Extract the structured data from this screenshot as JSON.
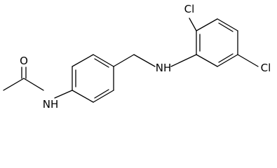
{
  "molecule": {
    "atoms": {
      "oxygen": "O",
      "amide_nitrogen": "NH",
      "amine_nitrogen": "NH",
      "chlorine_top": "Cl",
      "chlorine_right": "Cl"
    }
  }
}
